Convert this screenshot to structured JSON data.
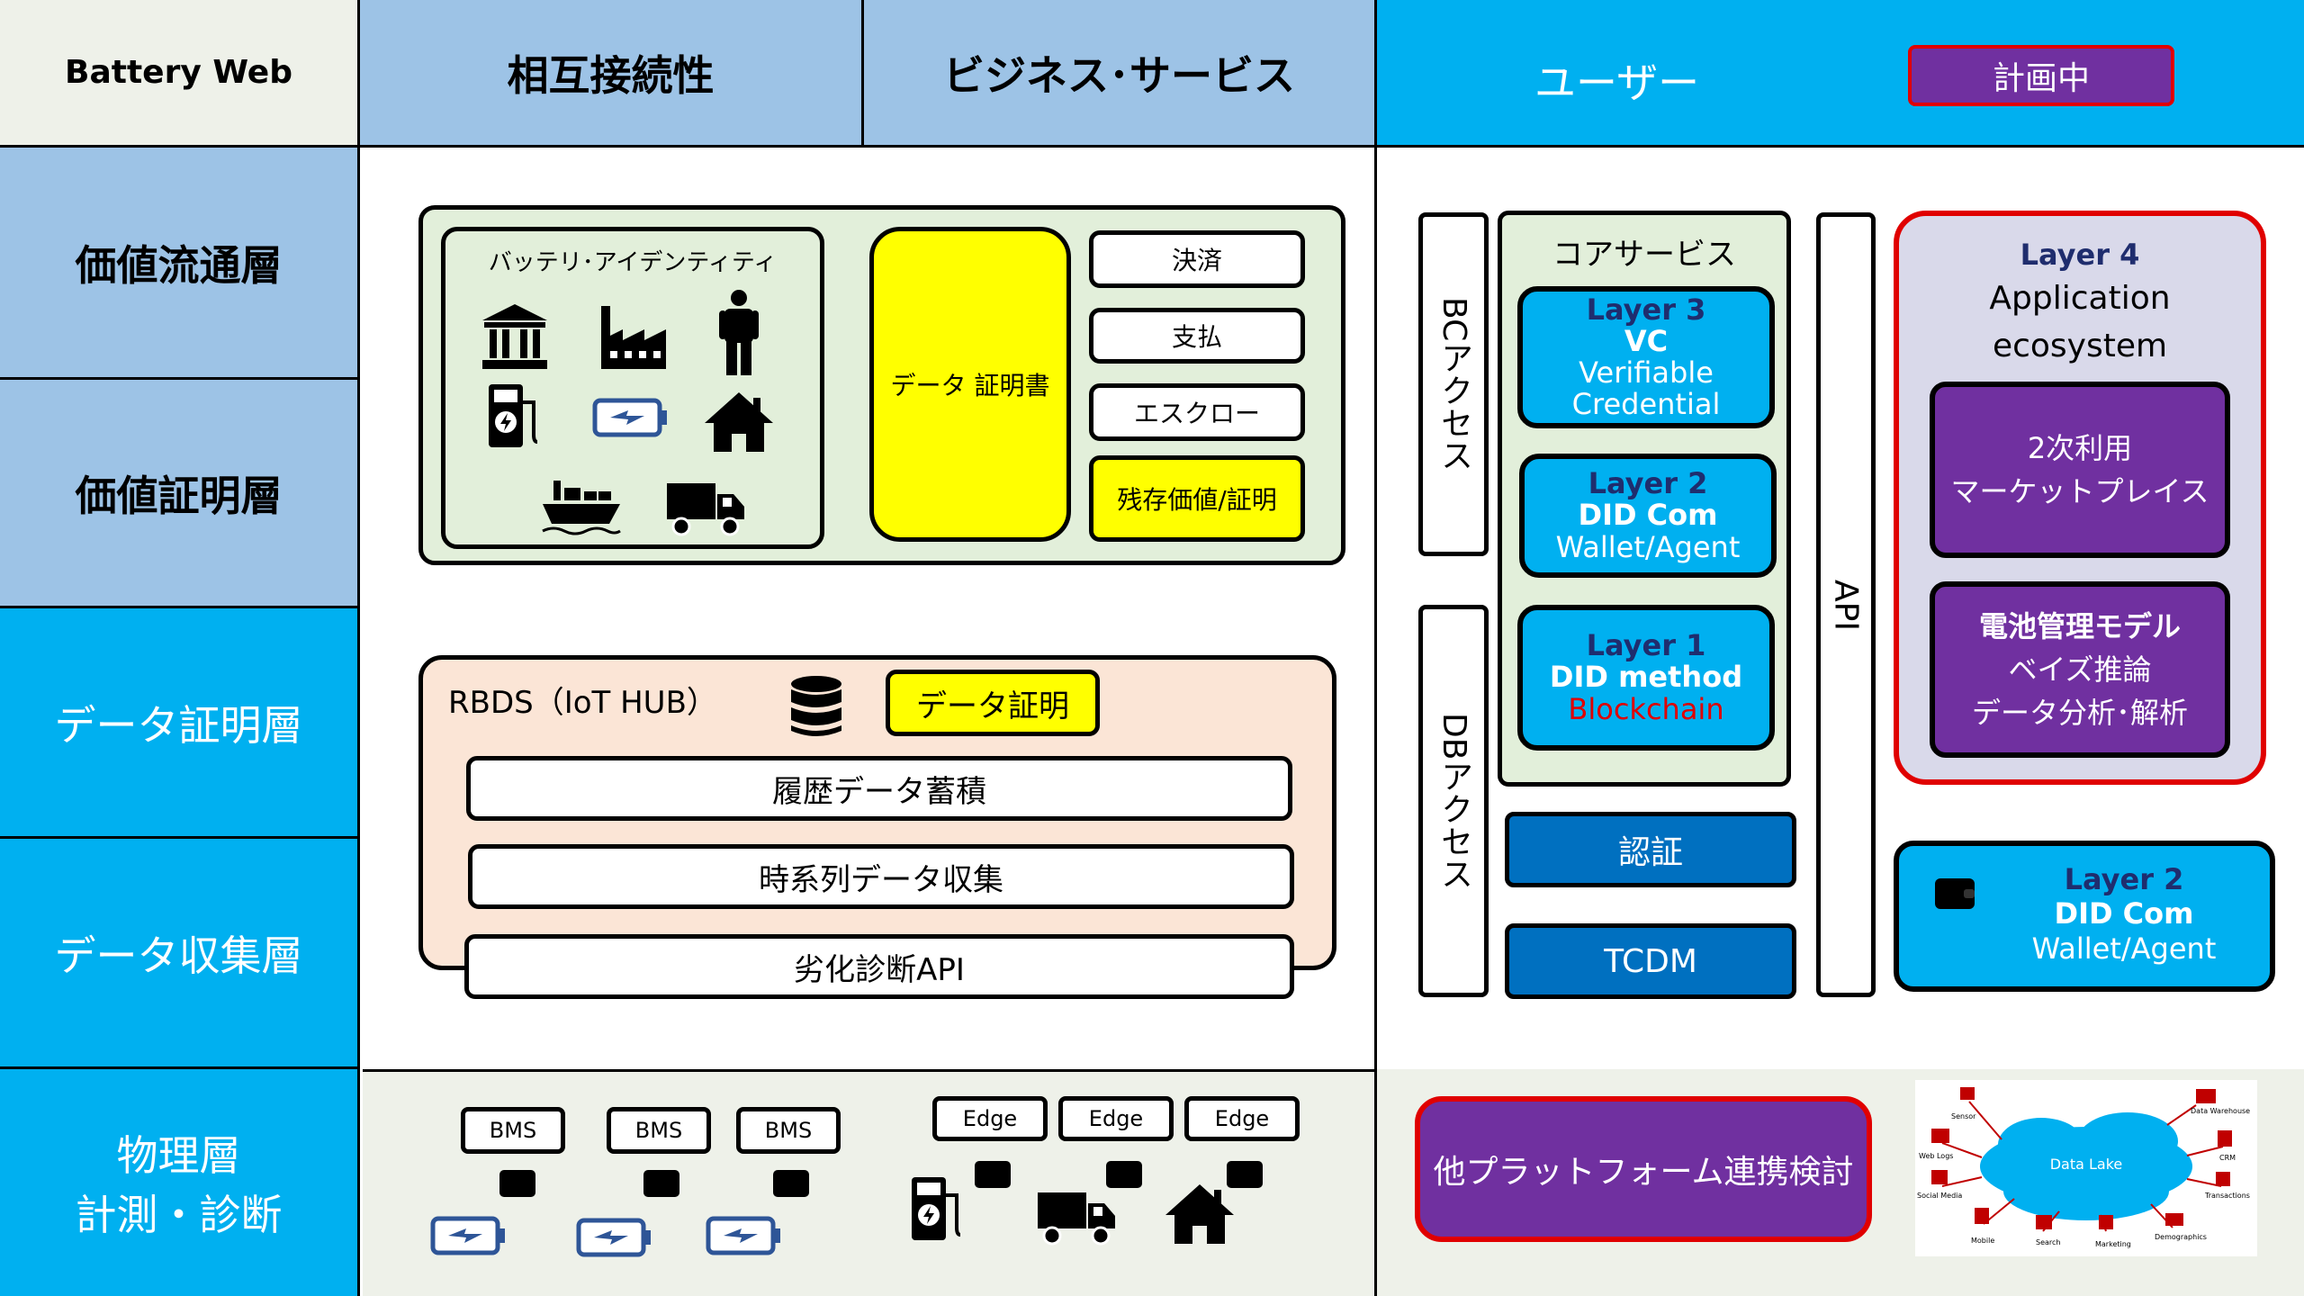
{
  "header": {
    "app_title": "Battery Web",
    "col_interop": "相互接続性",
    "col_business": "ビジネス･サービス",
    "col_user": "ユーザー",
    "planning_badge": "計画中"
  },
  "layers": {
    "value_distribution": "価値流通層",
    "value_proof": "価値証明層",
    "data_proof": "データ証明層",
    "data_collection": "データ収集層",
    "physical_line1": "物理層",
    "physical_line2": "計測・診断"
  },
  "identity_panel": {
    "title": "バッテリ･アイデンティティ",
    "icons": [
      "bank-icon",
      "factory-icon",
      "person-icon",
      "charging-station-icon",
      "battery-icon",
      "house-icon",
      "ship-icon",
      "truck-icon"
    ]
  },
  "certificate": {
    "label": "データ 証明書"
  },
  "services": [
    "決済",
    "支払",
    "エスクロー",
    "残存価値/証明"
  ],
  "rbds": {
    "title": "RBDS（IoT HUB）",
    "data_proof": "データ証明",
    "rows": [
      "履歴データ蓄積",
      "時系列データ収集",
      "劣化診断API"
    ]
  },
  "right_panel": {
    "bc_access": "BCアクセス",
    "db_access": "DBアクセス",
    "core_services": "コアサービス",
    "api": "API",
    "layer3": {
      "title": "Layer 3",
      "sub": "VC",
      "line1": "Verifiable",
      "line2": "Credential"
    },
    "layer2": {
      "title": "Layer 2",
      "sub": "DID Com",
      "line1": "Wallet/Agent"
    },
    "layer1": {
      "title": "Layer 1",
      "sub": "DID method",
      "line1": "Blockchain"
    },
    "auth": "認証",
    "tcdm": "TCDM",
    "layer4": {
      "title": "Layer 4",
      "line1": "Application",
      "line2": "ecosystem"
    },
    "secondary": {
      "line1": "2次利用",
      "line2": "マーケットプレイス"
    },
    "battery_model": {
      "title": "電池管理モデル",
      "line1": "ベイズ推論",
      "line2": "データ分析･解析"
    },
    "layer2_wallet": {
      "title": "Layer 2",
      "sub": "DID Com",
      "line1": "Wallet/Agent"
    }
  },
  "physical": {
    "bms": [
      "BMS",
      "BMS",
      "BMS"
    ],
    "edge": [
      "Edge",
      "Edge",
      "Edge"
    ]
  },
  "bottom_right": {
    "other_platform": "他プラットフォーム連携検討",
    "data_lake": "Data Lake",
    "lake_labels": [
      "Sensor",
      "Web Logs",
      "Social Media",
      "Mobile",
      "Search",
      "Marketing",
      "Demographics",
      "Transactions",
      "CRM",
      "Data Warehouse"
    ]
  },
  "colors": {
    "light_blue": "#9dc3e6",
    "bright_blue": "#00b0f0",
    "dark_blue": "#0070c0",
    "purple": "#7030a0",
    "red": "#e00000",
    "yellow": "#ffff00",
    "pale_green": "#e2efda",
    "pale_peach": "#fbe5d6"
  }
}
